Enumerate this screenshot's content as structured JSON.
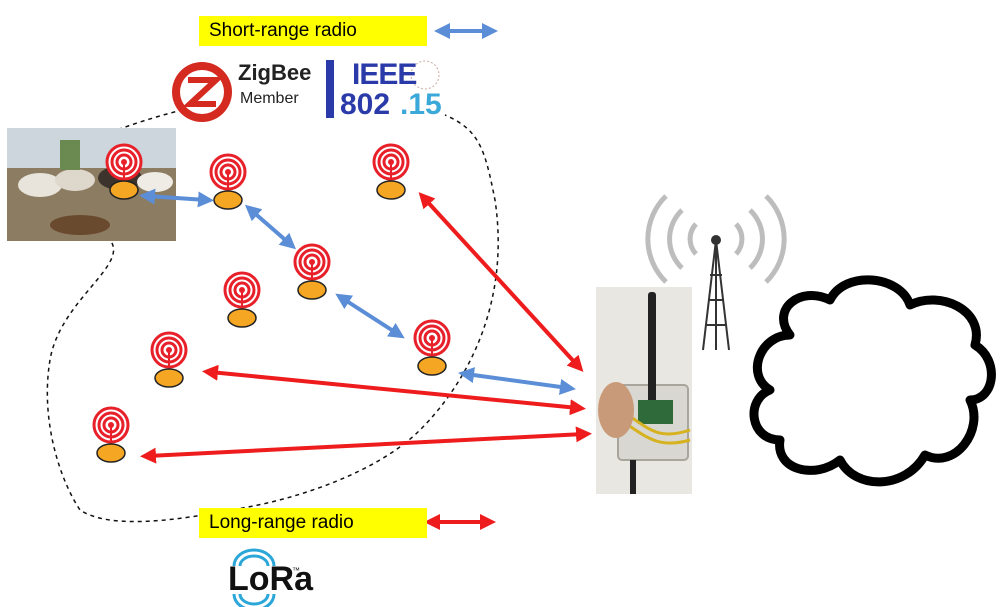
{
  "labels": {
    "short_range": "Short-range radio",
    "long_range": "Long-range radio"
  },
  "logos": {
    "zigbee_word": "ZigBee",
    "zigbee_member": "Member",
    "ieee_word": "IEEE",
    "ieee_number": "802",
    "ieee_suffix": ".15",
    "lora_word": "LoRa",
    "lora_tm": "™"
  },
  "colors": {
    "short_range_arrow": "#5b8ed6",
    "long_range_arrow": "#ee1c1c",
    "label_background": "#ffff00",
    "node_body": "#f5a623",
    "node_rings": "#e8202a"
  },
  "icons": [
    "zigbee-logo-icon",
    "ieee-802-15-logo-icon",
    "lora-logo-icon",
    "radio-tower-icon",
    "cloud-icon",
    "sensor-node-icon",
    "cattle-photo",
    "gateway-photo"
  ]
}
